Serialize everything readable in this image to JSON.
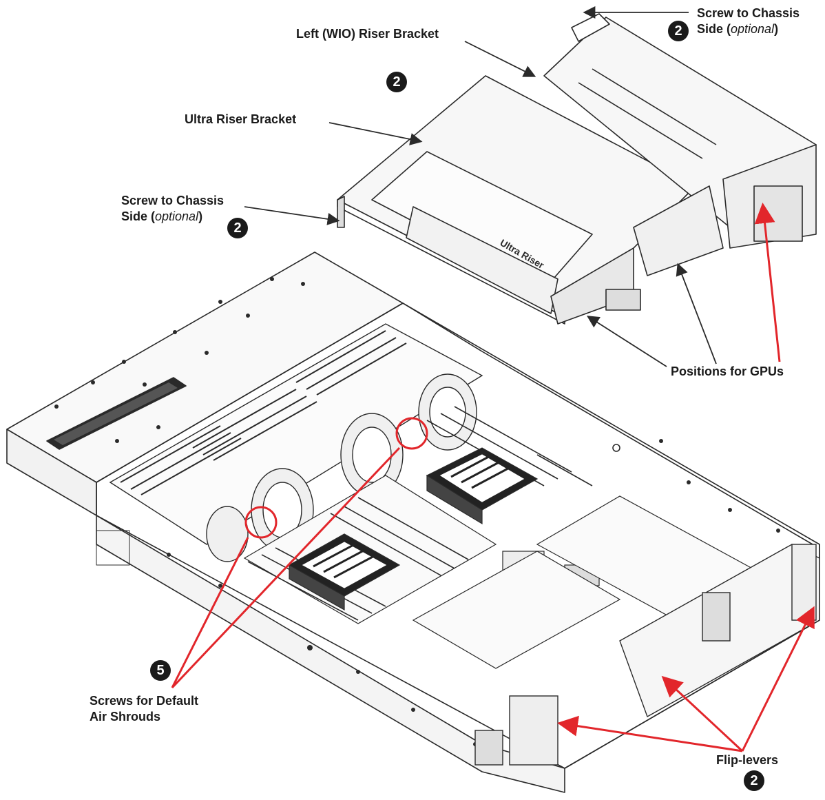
{
  "labels": {
    "screw_top": {
      "line1": "Screw to Chassis",
      "line2_pre": "Side (",
      "line2_em": "optional",
      "line2_post": ")"
    },
    "left_wio": "Left (WIO) Riser Bracket",
    "ultra": "Ultra Riser Bracket",
    "screw_left": {
      "line1": "Screw to Chassis",
      "line2_pre": "Side (",
      "line2_em": "optional",
      "line2_post": ")"
    },
    "gpus": "Positions for GPUs",
    "shrouds": {
      "line1": "Screws for Default",
      "line2": "Air Shrouds"
    },
    "flip": "Flip-levers"
  },
  "badges": {
    "top_right": "2",
    "center": "2",
    "left": "2",
    "screws": "5",
    "flip": "2"
  },
  "bracket_text": "Ultra Riser",
  "colors": {
    "callout_red": "#e2262b",
    "line_dark": "#2a2a2a",
    "badge_bg": "#1a1a1a"
  }
}
